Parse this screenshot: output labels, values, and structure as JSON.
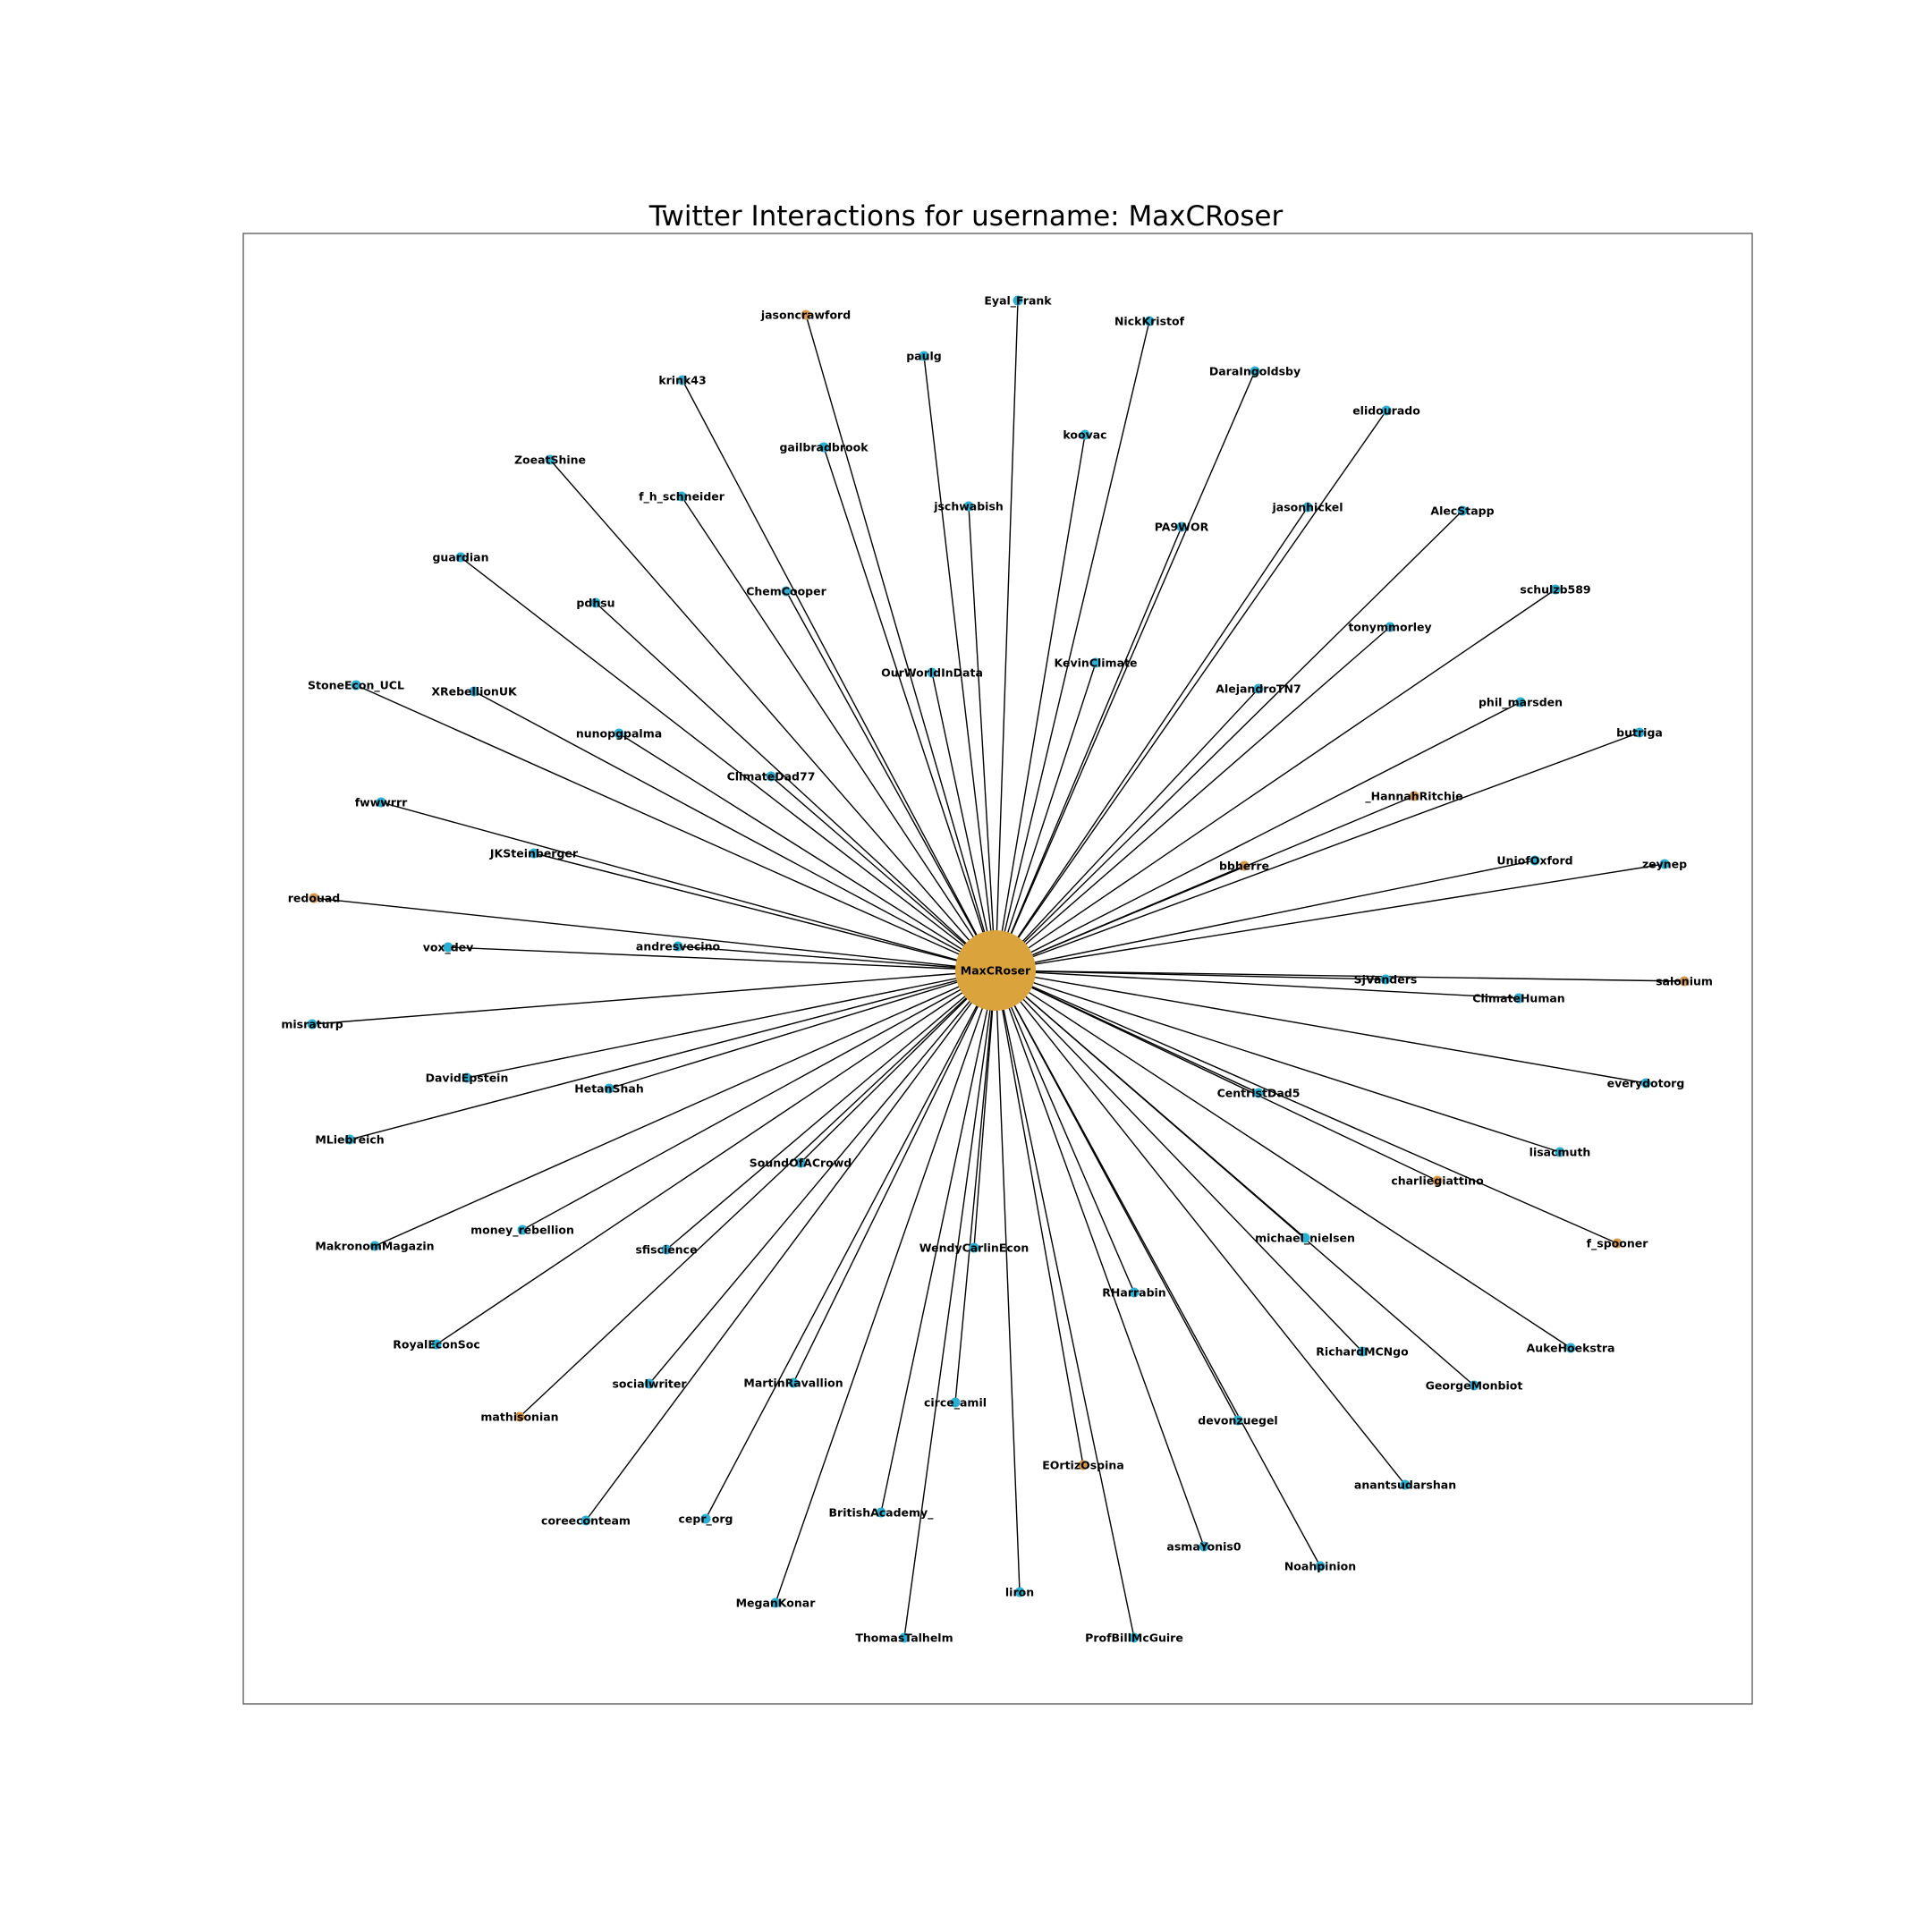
{
  "title": "Twitter Interactions for username: MaxCRoser",
  "colors": {
    "center": "#DAA33C",
    "orange": "#DA9A48",
    "blue": "#2BB0D5",
    "edge": "#000000"
  },
  "chart_data": {
    "type": "network",
    "center": "MaxCRoser",
    "nodes": [
      {
        "name": "jasoncrawford",
        "color": "orange"
      },
      {
        "name": "Eyal_Frank",
        "color": "blue"
      },
      {
        "name": "NickKristof",
        "color": "blue"
      },
      {
        "name": "paulg",
        "color": "blue"
      },
      {
        "name": "krink43",
        "color": "blue"
      },
      {
        "name": "DaraIngoldsby",
        "color": "blue"
      },
      {
        "name": "elidourado",
        "color": "blue"
      },
      {
        "name": "koovac",
        "color": "blue"
      },
      {
        "name": "gailbradbrook",
        "color": "blue"
      },
      {
        "name": "ZoeatShine",
        "color": "blue"
      },
      {
        "name": "f_h_schneider",
        "color": "blue"
      },
      {
        "name": "jschwabish",
        "color": "blue"
      },
      {
        "name": "jasonhickel",
        "color": "blue"
      },
      {
        "name": "AlecStapp",
        "color": "blue"
      },
      {
        "name": "PA9WOR",
        "color": "blue"
      },
      {
        "name": "guardian",
        "color": "blue"
      },
      {
        "name": "ChemCooper",
        "color": "blue"
      },
      {
        "name": "schulzb589",
        "color": "blue"
      },
      {
        "name": "pdhsu",
        "color": "blue"
      },
      {
        "name": "tonymmorley",
        "color": "blue"
      },
      {
        "name": "KevinClimate",
        "color": "blue"
      },
      {
        "name": "OurWorldInData",
        "color": "blue"
      },
      {
        "name": "StoneEcon_UCL",
        "color": "blue"
      },
      {
        "name": "XRebellionUK",
        "color": "blue"
      },
      {
        "name": "AlejandroTN7",
        "color": "blue"
      },
      {
        "name": "phil_marsden",
        "color": "blue"
      },
      {
        "name": "nunopgpalma",
        "color": "blue"
      },
      {
        "name": "butriga",
        "color": "blue"
      },
      {
        "name": "ClimateDad77",
        "color": "blue"
      },
      {
        "name": "_HannahRitchie",
        "color": "orange"
      },
      {
        "name": "fwwwrrr",
        "color": "blue"
      },
      {
        "name": "JKSteinberger",
        "color": "blue"
      },
      {
        "name": "bbherre",
        "color": "orange"
      },
      {
        "name": "UniofOxford",
        "color": "blue"
      },
      {
        "name": "zeynep",
        "color": "blue"
      },
      {
        "name": "redouad",
        "color": "orange"
      },
      {
        "name": "andresvecino",
        "color": "blue"
      },
      {
        "name": "vox_dev",
        "color": "blue"
      },
      {
        "name": "SjVanders",
        "color": "blue"
      },
      {
        "name": "salonium",
        "color": "orange"
      },
      {
        "name": "ClimateHuman",
        "color": "blue"
      },
      {
        "name": "misraturp",
        "color": "blue"
      },
      {
        "name": "DavidEpstein",
        "color": "blue"
      },
      {
        "name": "HetanShah",
        "color": "blue"
      },
      {
        "name": "CentristDad5",
        "color": "blue"
      },
      {
        "name": "everydotorg",
        "color": "blue"
      },
      {
        "name": "MLiebreich",
        "color": "blue"
      },
      {
        "name": "lisacmuth",
        "color": "blue"
      },
      {
        "name": "SoundOfACrowd",
        "color": "blue"
      },
      {
        "name": "charliegiattino",
        "color": "orange"
      },
      {
        "name": "MakronomMagazin",
        "color": "blue"
      },
      {
        "name": "money_rebellion",
        "color": "blue"
      },
      {
        "name": "sfiscience",
        "color": "blue"
      },
      {
        "name": "WendyCarlinEcon",
        "color": "blue"
      },
      {
        "name": "michael_nielsen",
        "color": "blue"
      },
      {
        "name": "f_spooner",
        "color": "orange"
      },
      {
        "name": "RHarrabin",
        "color": "blue"
      },
      {
        "name": "RoyalEconSoc",
        "color": "blue"
      },
      {
        "name": "AukeHoekstra",
        "color": "blue"
      },
      {
        "name": "RichardMCNgo",
        "color": "blue"
      },
      {
        "name": "socialwriter",
        "color": "blue"
      },
      {
        "name": "MartinRavallion",
        "color": "blue"
      },
      {
        "name": "GeorgeMonbiot",
        "color": "blue"
      },
      {
        "name": "circe_amil",
        "color": "blue"
      },
      {
        "name": "mathisonian",
        "color": "orange"
      },
      {
        "name": "devonzuegel",
        "color": "blue"
      },
      {
        "name": "EOrtizOspina",
        "color": "orange"
      },
      {
        "name": "anantsudarshan",
        "color": "blue"
      },
      {
        "name": "coreeconteam",
        "color": "blue"
      },
      {
        "name": "cepr_org",
        "color": "blue"
      },
      {
        "name": "BritishAcademy_",
        "color": "blue"
      },
      {
        "name": "asmaYonis0",
        "color": "blue"
      },
      {
        "name": "Noahpinion",
        "color": "blue"
      },
      {
        "name": "liron",
        "color": "blue"
      },
      {
        "name": "MeganKonar",
        "color": "blue"
      },
      {
        "name": "ThomasTalhelm",
        "color": "blue"
      },
      {
        "name": "ProfBillMcGuire",
        "color": "blue"
      }
    ]
  }
}
